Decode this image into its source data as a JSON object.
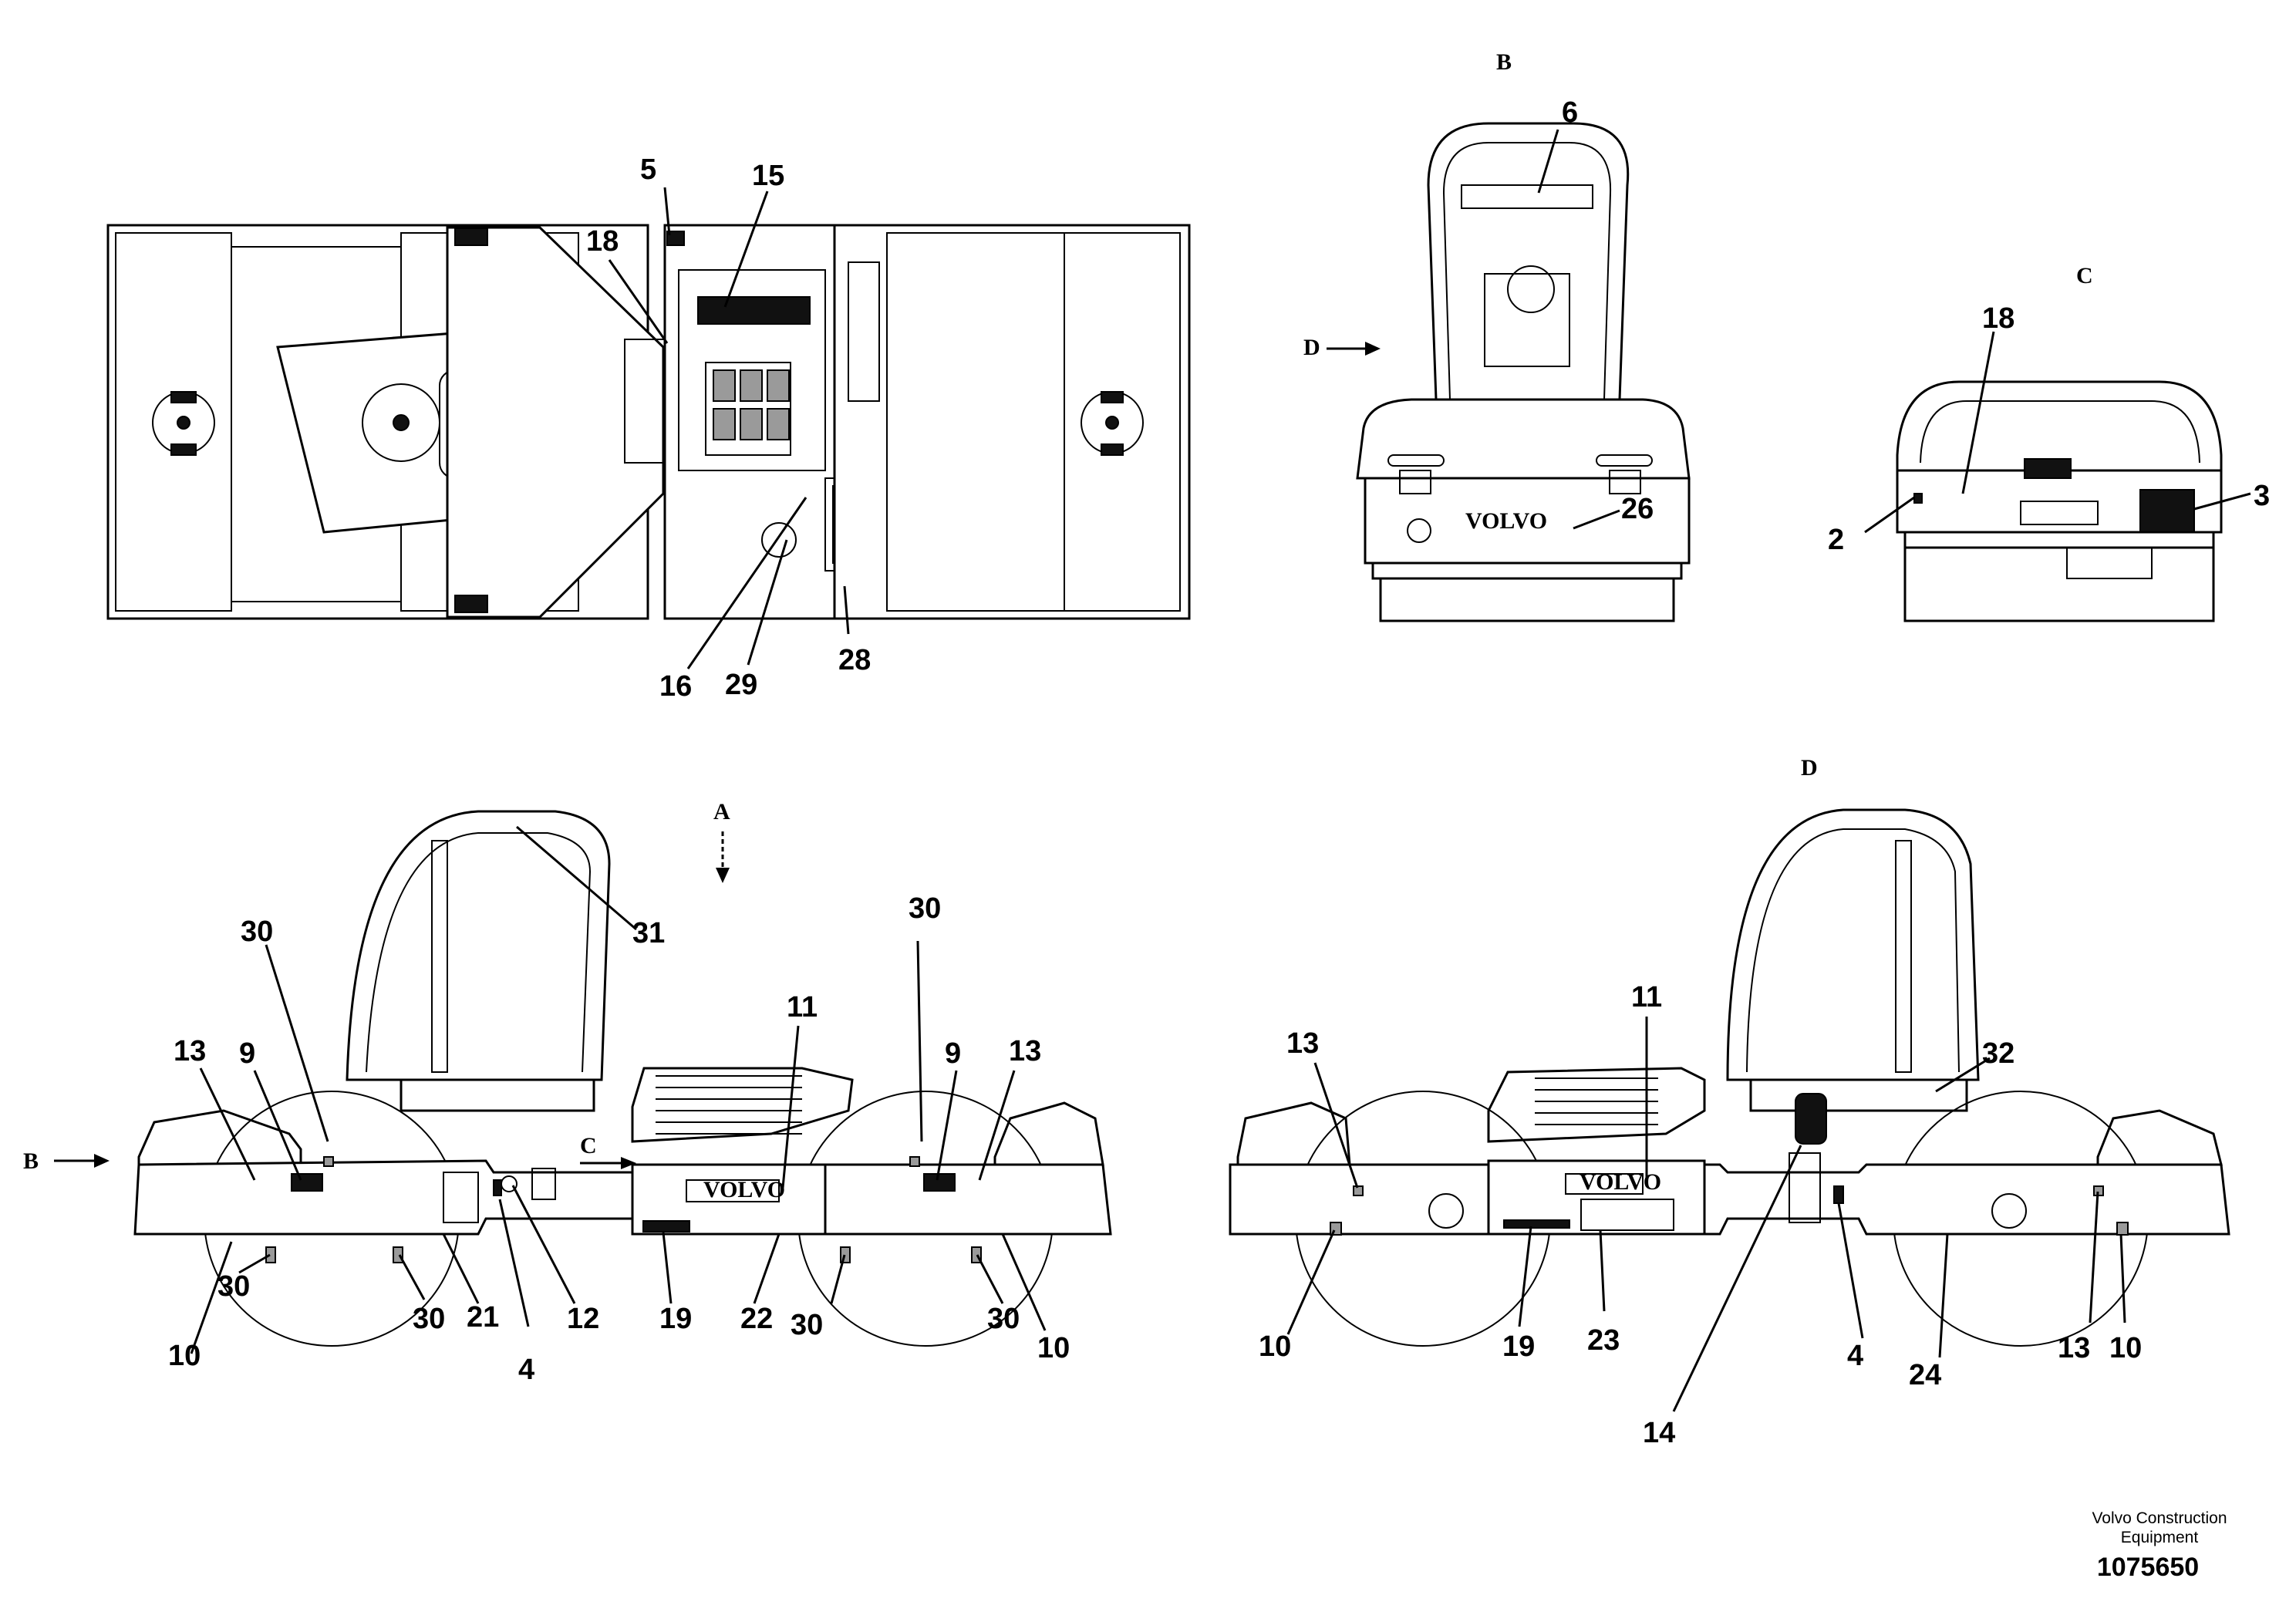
{
  "views": {
    "top_view": {
      "name": "top-view",
      "callouts": [
        "5",
        "15",
        "18",
        "16",
        "29",
        "28"
      ]
    },
    "view_b": {
      "name": "view-b",
      "label": "B",
      "callouts": [
        "6",
        "26"
      ],
      "arrow_label": "D"
    },
    "view_c": {
      "name": "view-c",
      "label": "C",
      "callouts": [
        "18",
        "2",
        "3"
      ]
    },
    "side_left": {
      "name": "side-view-left",
      "label_a": "A",
      "label_b": "B",
      "label_c": "C",
      "callouts": [
        "31",
        "30",
        "30",
        "13",
        "9",
        "9",
        "13",
        "11",
        "10",
        "30",
        "30",
        "21",
        "4",
        "12",
        "19",
        "22",
        "30",
        "30",
        "10"
      ]
    },
    "side_right": {
      "name": "side-view-right",
      "label": "D",
      "callouts": [
        "11",
        "13",
        "32",
        "10",
        "19",
        "23",
        "4",
        "24",
        "13",
        "10",
        "14"
      ]
    }
  },
  "brand_text": "VOLVO",
  "footer": {
    "company_line1": "Volvo Construction",
    "company_line2": "Equipment",
    "doc_number": "1075650"
  }
}
